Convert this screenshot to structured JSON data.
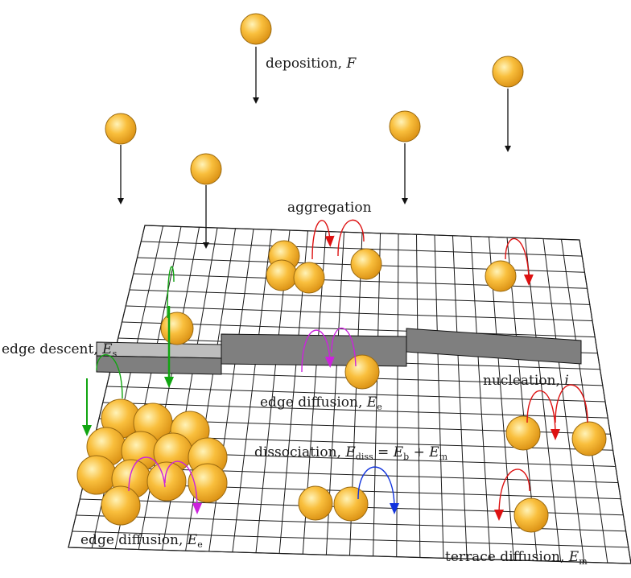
{
  "labels": {
    "deposition": "deposition, ",
    "deposition_var": "F",
    "aggregation": "aggregation",
    "edge_descent": "edge descent, ",
    "edge_descent_var": "E",
    "edge_descent_sub": "s",
    "nucleation": "nucleation, ",
    "nucleation_var": "i",
    "edge_diffusion_upper": "edge diffusion, ",
    "edge_diffusion_upper_var": "E",
    "edge_diffusion_upper_sub": "e",
    "dissociation": "dissociation, ",
    "dissociation_var": "E",
    "dissociation_sub": "diss",
    "dissociation_eq": " = ",
    "dissociation_eb": "E",
    "dissociation_eb_sub": "b",
    "dissociation_plus": " + ",
    "dissociation_em": "E",
    "dissociation_em_sub": "m",
    "edge_diffusion_lower": "edge diffusion, ",
    "edge_diffusion_lower_var": "E",
    "edge_diffusion_lower_sub": "e",
    "terrace_diffusion": "terrace diffusion, ",
    "terrace_diffusion_var": "E",
    "terrace_diffusion_sub": "m"
  },
  "colors": {
    "atom_fill": "#f7b531",
    "atom_highlight": "#fff0b0",
    "atom_edge": "#9a6a10",
    "grid_line": "#1a1a1a",
    "step_face": "#7f7f7f",
    "arrow_black": "#111111",
    "arrow_red": "#dd1111",
    "arrow_green": "#11a511",
    "arrow_magenta": "#cc22dd",
    "arrow_blue": "#1133dd"
  }
}
